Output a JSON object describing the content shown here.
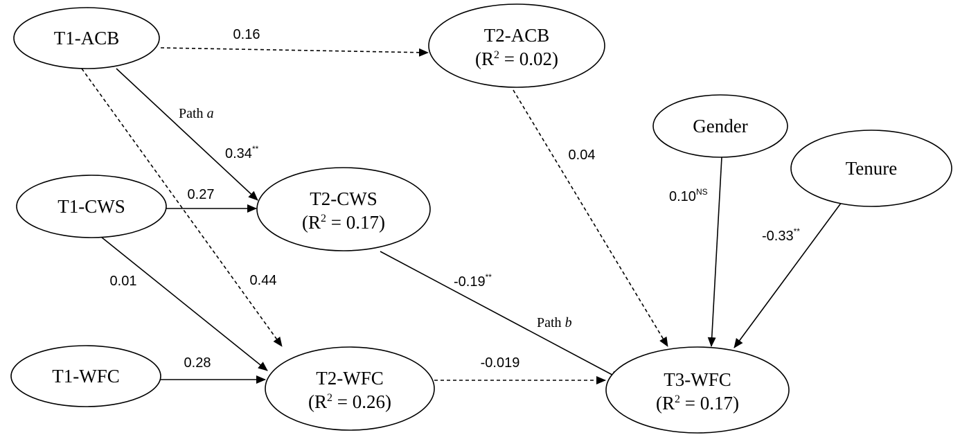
{
  "colors": {
    "stroke": "#000000",
    "background": "#ffffff"
  },
  "nodes": [
    {
      "id": "t1-acb",
      "title": "T1-ACB",
      "r2": ""
    },
    {
      "id": "t1-cws",
      "title": "T1-CWS",
      "r2": ""
    },
    {
      "id": "t1-wfc",
      "title": "T1-WFC",
      "r2": ""
    },
    {
      "id": "t2-acb",
      "title": "T2-ACB",
      "r2": "0.02"
    },
    {
      "id": "t2-cws",
      "title": "T2-CWS",
      "r2": "0.17"
    },
    {
      "id": "t2-wfc",
      "title": "T2-WFC",
      "r2": "0.26"
    },
    {
      "id": "gender",
      "title": "Gender",
      "r2": ""
    },
    {
      "id": "tenure",
      "title": "Tenure",
      "r2": ""
    },
    {
      "id": "t3-wfc",
      "title": "T3-WFC",
      "r2": "0.17"
    }
  ],
  "r2_label": {
    "letter": "R",
    "exponent": "2",
    "operator": "="
  },
  "paths": [
    {
      "id": "t1acb-t2acb",
      "from": "t1-acb",
      "to": "t2-acb",
      "coef": "0.16",
      "sig": "",
      "style": "dashed",
      "name": "",
      "name_italic": ""
    },
    {
      "id": "t1acb-t2cws",
      "from": "t1-acb",
      "to": "t2-cws",
      "coef": "0.34",
      "sig": "**",
      "style": "solid",
      "name": "Path",
      "name_italic": "a"
    },
    {
      "id": "t1acb-t2wfc",
      "from": "t1-acb",
      "to": "t2-wfc",
      "coef": "0.44",
      "sig": "",
      "style": "dashed",
      "name": "",
      "name_italic": ""
    },
    {
      "id": "t1cws-t2cws",
      "from": "t1-cws",
      "to": "t2-cws",
      "coef": "0.27",
      "sig": "",
      "style": "solid",
      "name": "",
      "name_italic": ""
    },
    {
      "id": "t1cws-t2wfc",
      "from": "t1-cws",
      "to": "t2-wfc",
      "coef": "0.01",
      "sig": "",
      "style": "solid",
      "name": "",
      "name_italic": ""
    },
    {
      "id": "t1wfc-t2wfc",
      "from": "t1-wfc",
      "to": "t2-wfc",
      "coef": "0.28",
      "sig": "",
      "style": "solid",
      "name": "",
      "name_italic": ""
    },
    {
      "id": "t2acb-t3wfc",
      "from": "t2-acb",
      "to": "t3-wfc",
      "coef": "0.04",
      "sig": "",
      "style": "dashed",
      "name": "",
      "name_italic": ""
    },
    {
      "id": "t2cws-t3wfc",
      "from": "t2-cws",
      "to": "t3-wfc",
      "coef": "-0.19",
      "sig": "**",
      "style": "solid",
      "name": "Path",
      "name_italic": "b"
    },
    {
      "id": "t2wfc-t3wfc",
      "from": "t2-wfc",
      "to": "t3-wfc",
      "coef": "-0.019",
      "sig": "",
      "style": "dashed",
      "name": "",
      "name_italic": ""
    },
    {
      "id": "gender-t3wfc",
      "from": "gender",
      "to": "t3-wfc",
      "coef": "0.10",
      "sig": "NS",
      "style": "solid",
      "name": "",
      "name_italic": ""
    },
    {
      "id": "tenure-t3wfc",
      "from": "tenure",
      "to": "t3-wfc",
      "coef": "-0.33",
      "sig": "**",
      "style": "solid",
      "name": "",
      "name_italic": ""
    }
  ]
}
